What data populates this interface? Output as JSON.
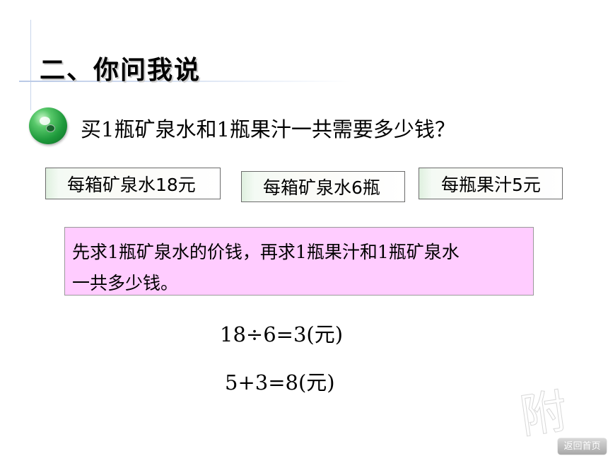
{
  "section_title": "二、你问我说",
  "question": "买1瓶矿泉水和1瓶果汁一共需要多少钱？",
  "info_boxes": [
    "每箱矿泉水18元",
    "每箱矿泉水6瓶",
    "每瓶果汁5元"
  ],
  "hint": {
    "line1": "先求1瓶矿泉水的价钱，再求1瓶果汁和1瓶矿泉水",
    "line2": "一共多少钱。"
  },
  "equations": [
    "18÷6=3(元)",
    "5+3=8(元)"
  ],
  "watermark_text": "附",
  "home_button_label": "返回首页",
  "colors": {
    "hint_bg": "#ffccff",
    "ball": "#1f9a3c"
  },
  "icons": {
    "bullet": "green-ball-icon"
  }
}
